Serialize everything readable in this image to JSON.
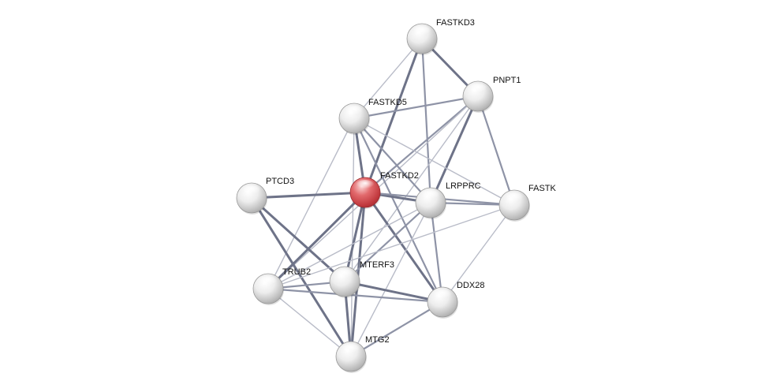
{
  "network": {
    "nodes": [
      {
        "id": "FASTKD3",
        "label": "FASTKD3",
        "query": false
      },
      {
        "id": "PNPT1",
        "label": "PNPT1",
        "query": false
      },
      {
        "id": "FASTKD5",
        "label": "FASTKD5",
        "query": false
      },
      {
        "id": "FASTKD2",
        "label": "FASTKD2",
        "query": true
      },
      {
        "id": "PTCD3",
        "label": "PTCD3",
        "query": false
      },
      {
        "id": "LRPPRC",
        "label": "LRPPRC",
        "query": false
      },
      {
        "id": "FASTK",
        "label": "FASTK",
        "query": false
      },
      {
        "id": "MTERF3",
        "label": "MTERF3",
        "query": false
      },
      {
        "id": "TRUB2",
        "label": "TRUB2",
        "query": false
      },
      {
        "id": "DDX28",
        "label": "DDX28",
        "query": false
      },
      {
        "id": "MTG2",
        "label": "MTG2",
        "query": false
      }
    ],
    "edges": [
      {
        "source": "FASTKD3",
        "target": "PNPT1",
        "strength": "strong"
      },
      {
        "source": "FASTKD3",
        "target": "FASTKD5",
        "strength": "weak"
      },
      {
        "source": "FASTKD3",
        "target": "FASTKD2",
        "strength": "strong"
      },
      {
        "source": "FASTKD3",
        "target": "LRPPRC",
        "strength": "medium"
      },
      {
        "source": "PNPT1",
        "target": "FASTKD5",
        "strength": "medium"
      },
      {
        "source": "PNPT1",
        "target": "FASTKD2",
        "strength": "medium"
      },
      {
        "source": "PNPT1",
        "target": "LRPPRC",
        "strength": "strong"
      },
      {
        "source": "PNPT1",
        "target": "FASTK",
        "strength": "medium"
      },
      {
        "source": "PNPT1",
        "target": "MTERF3",
        "strength": "weak"
      },
      {
        "source": "PNPT1",
        "target": "TRUB2",
        "strength": "weak"
      },
      {
        "source": "FASTKD5",
        "target": "FASTKD2",
        "strength": "strong"
      },
      {
        "source": "FASTKD5",
        "target": "LRPPRC",
        "strength": "medium"
      },
      {
        "source": "FASTKD5",
        "target": "FASTK",
        "strength": "weak"
      },
      {
        "source": "FASTKD5",
        "target": "DDX28",
        "strength": "medium"
      },
      {
        "source": "FASTKD5",
        "target": "TRUB2",
        "strength": "weak"
      },
      {
        "source": "FASTKD5",
        "target": "MTG2",
        "strength": "weak"
      },
      {
        "source": "FASTKD2",
        "target": "PTCD3",
        "strength": "strong"
      },
      {
        "source": "FASTKD2",
        "target": "LRPPRC",
        "strength": "strong"
      },
      {
        "source": "FASTKD2",
        "target": "FASTK",
        "strength": "medium"
      },
      {
        "source": "FASTKD2",
        "target": "MTERF3",
        "strength": "strong"
      },
      {
        "source": "FASTKD2",
        "target": "TRUB2",
        "strength": "strong"
      },
      {
        "source": "FASTKD2",
        "target": "DDX28",
        "strength": "strong"
      },
      {
        "source": "FASTKD2",
        "target": "MTG2",
        "strength": "strong"
      },
      {
        "source": "PTCD3",
        "target": "MTERF3",
        "strength": "strong"
      },
      {
        "source": "PTCD3",
        "target": "MTG2",
        "strength": "strong"
      },
      {
        "source": "LRPPRC",
        "target": "FASTK",
        "strength": "medium"
      },
      {
        "source": "LRPPRC",
        "target": "MTERF3",
        "strength": "medium"
      },
      {
        "source": "LRPPRC",
        "target": "DDX28",
        "strength": "medium"
      },
      {
        "source": "LRPPRC",
        "target": "TRUB2",
        "strength": "weak"
      },
      {
        "source": "LRPPRC",
        "target": "MTG2",
        "strength": "weak"
      },
      {
        "source": "FASTK",
        "target": "DDX28",
        "strength": "weak"
      },
      {
        "source": "FASTK",
        "target": "TRUB2",
        "strength": "weak"
      },
      {
        "source": "MTERF3",
        "target": "DDX28",
        "strength": "strong"
      },
      {
        "source": "MTERF3",
        "target": "TRUB2",
        "strength": "medium"
      },
      {
        "source": "MTERF3",
        "target": "MTG2",
        "strength": "strong"
      },
      {
        "source": "TRUB2",
        "target": "DDX28",
        "strength": "medium"
      },
      {
        "source": "TRUB2",
        "target": "MTG2",
        "strength": "weak"
      },
      {
        "source": "DDX28",
        "target": "MTG2",
        "strength": "medium"
      }
    ],
    "colors": {
      "query_node": "#d9474c",
      "node": "#e4e4e4",
      "edge_strong": "#6e7388",
      "edge_medium": "#8e93a6",
      "edge_weak": "#b9bcc8"
    }
  }
}
